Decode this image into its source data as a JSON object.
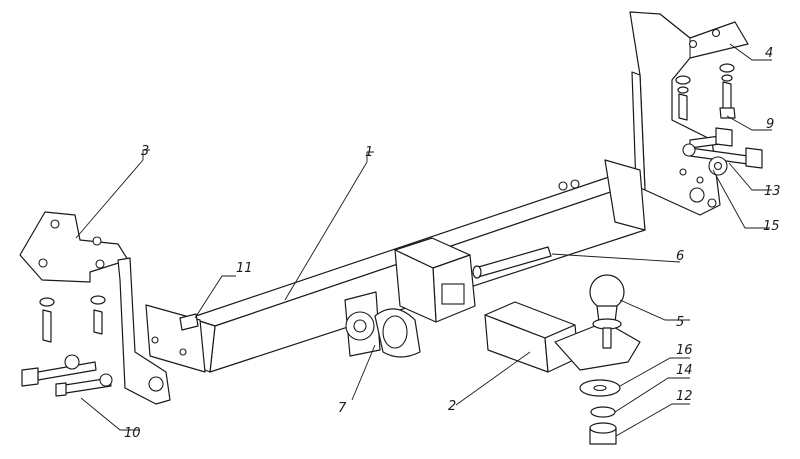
{
  "callouts": {
    "c1": "1",
    "c2": "2",
    "c3": "3",
    "c4": "4",
    "c5": "5",
    "c6": "6",
    "c7": "7",
    "c9": "9",
    "c10": "10",
    "c11": "11",
    "c12": "12",
    "c13": "13",
    "c14": "14",
    "c15": "15",
    "c16": "16"
  }
}
